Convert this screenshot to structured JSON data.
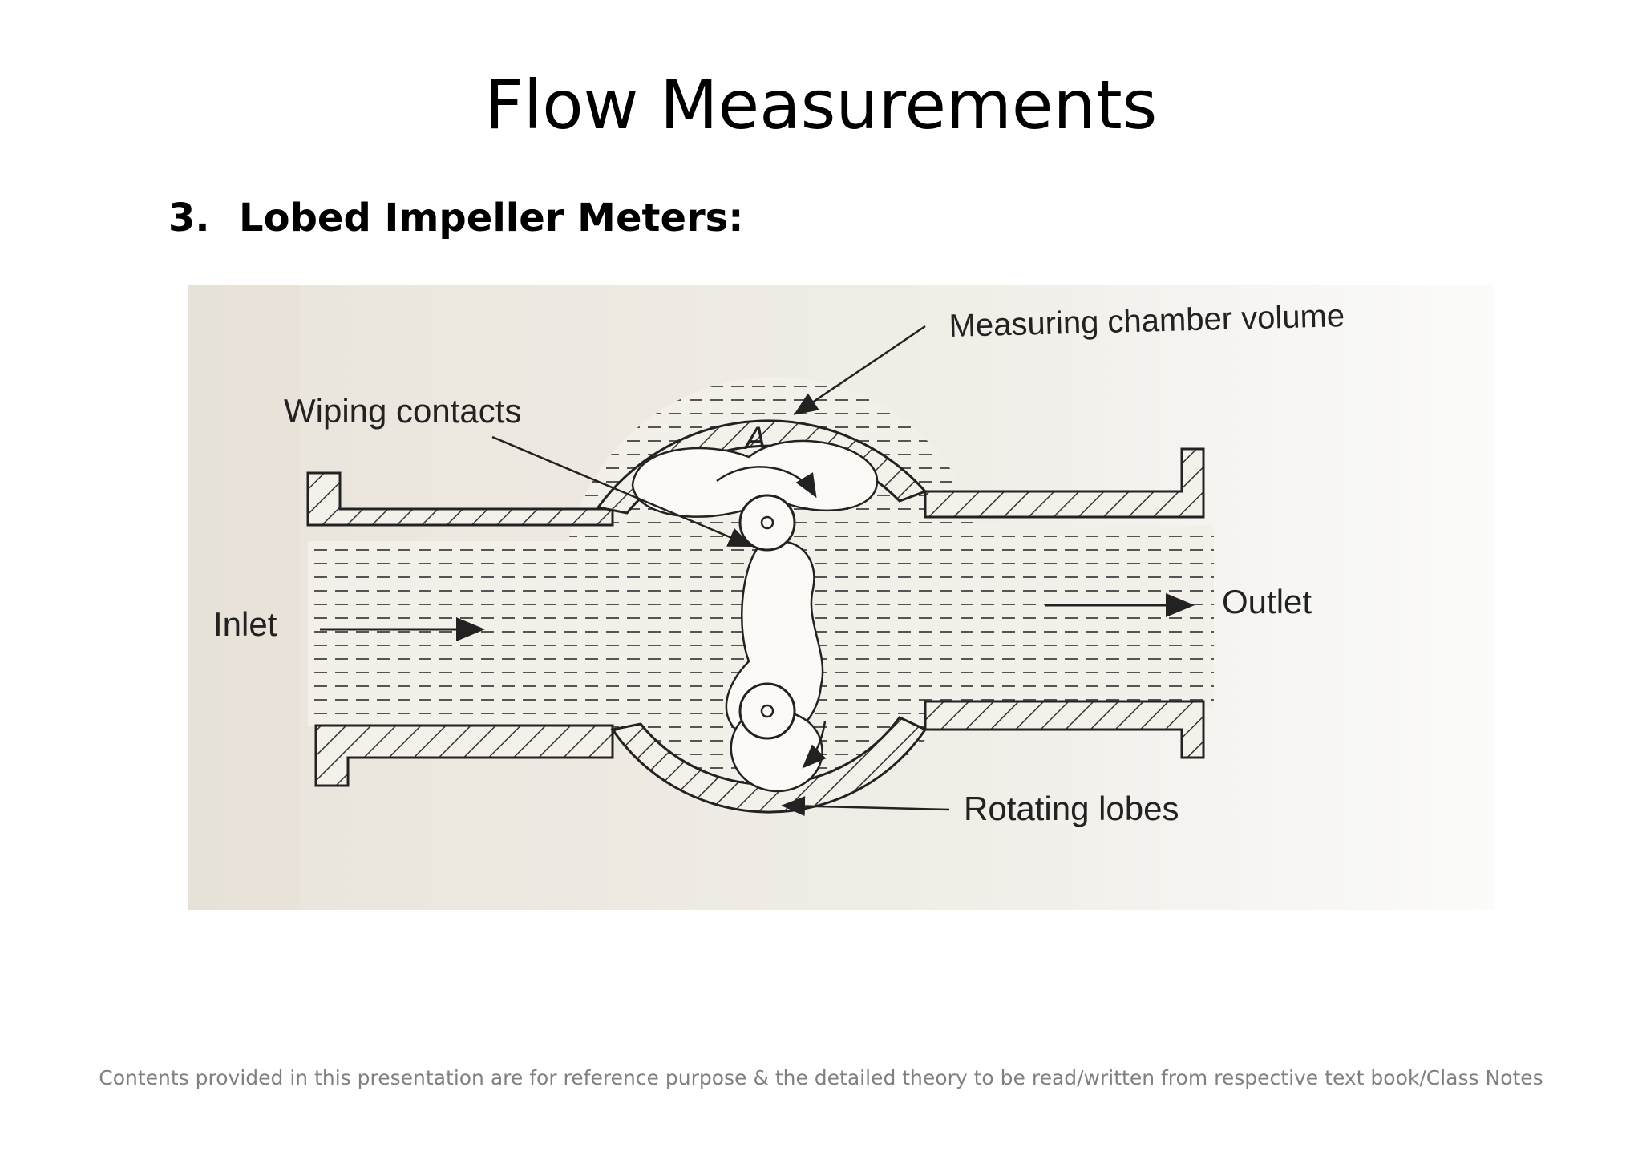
{
  "slide": {
    "title": "Flow Measurements",
    "section_number": "3.",
    "section_title": "Lobed Impeller Meters:"
  },
  "diagram": {
    "labels": {
      "measuring_chamber": "Measuring chamber volume",
      "wiping_contacts": "Wiping contacts",
      "chamber_marker": "A",
      "inlet": "Inlet",
      "outlet": "Outlet",
      "rotating_lobes": "Rotating lobes"
    }
  },
  "footer": {
    "note": "Contents provided in this presentation are for reference purpose & the detailed theory to be read/written from respective text book/Class Notes"
  }
}
